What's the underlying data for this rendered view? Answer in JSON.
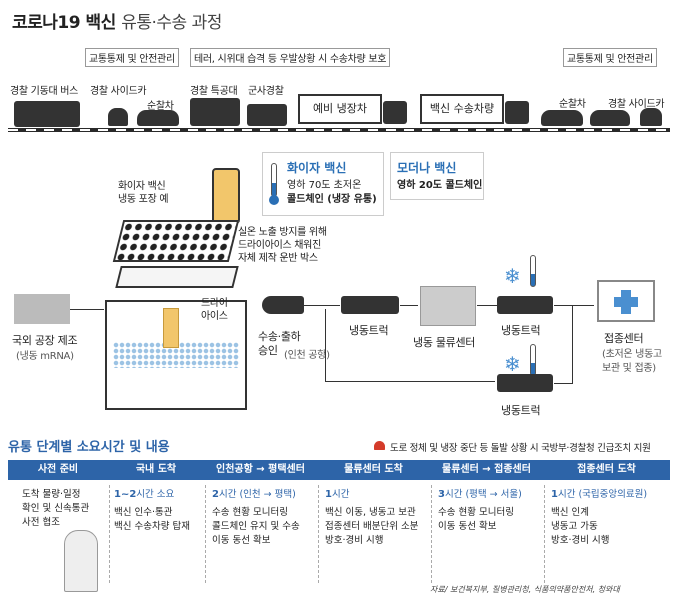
{
  "title": {
    "bold": "코로나19 백신",
    "light": "유통·수송 과정"
  },
  "top_escort": {
    "control_left": "교통통제 및 안전관리",
    "control_middle": "테러, 시위대 습격 등 우발상황 시 수송차량 보호",
    "control_right": "교통통제 및 안전관리",
    "labels": [
      "경찰 기동대 버스",
      "경찰 사이드카",
      "순찰차",
      "경찰 특공대",
      "군사경찰",
      "순찰차",
      "경찰 사이드카"
    ],
    "truck1": "예비 냉장차",
    "truck2": "백신 수송차량"
  },
  "cards": {
    "pfizer": {
      "title": "화이자 백신",
      "line1": "영하 70도 초저온",
      "line2": "콜드체인 (냉장 유통)"
    },
    "moderna": {
      "title": "모더나 백신",
      "line1": "영하 20도 콜드체인"
    }
  },
  "packaging": {
    "caption": "화이자 백신\n냉동 포장 예",
    "box_desc": "실온 노출 방지를 위해\n드라이아이스 채워진\n자체 제작 운반 박스",
    "dry_ice": "드라이\n아이스"
  },
  "flow": {
    "factory": "국외 공장 제조",
    "factory_sub": "(냉동 mRNA)",
    "airport": "수송·출하\n승인",
    "airport_sub": "(인천 공항)",
    "truck_a": "냉동트럭",
    "warehouse": "냉동 물류센터",
    "truck_b": "냉동트럭",
    "truck_c": "냉동트럭",
    "center": "접종센터",
    "center_sub": "(초저온 냉동고\n보관 및 접종)"
  },
  "section": {
    "heading": "유통 단계별 소요시간 및 내용",
    "note": "도로 정체 및 냉장 중단 등 돌발 상황 시 국방부·경찰청 긴급조치 지원"
  },
  "stages": [
    {
      "header": "사전 준비",
      "time": "",
      "time_sub": "",
      "body": "도착 물량·일정\n확인 및 신속통관\n사전 협조"
    },
    {
      "header": "국내 도착",
      "time": "1~2",
      "time_sub": "시간 소요",
      "body": "백신 인수·통관\n백신 수송차량 탑재"
    },
    {
      "header": "인천공항 → 평택센터",
      "time": "2",
      "time_sub": "시간 (인천 → 평택)",
      "body": "수송 현황 모니터링\n콜드체인 유지 및 수송\n이동 동선 확보"
    },
    {
      "header": "물류센터 도착",
      "time": "1",
      "time_sub": "시간",
      "body": "백신 이동, 냉동고 보관\n접종센터 배분단위 소분\n방호·경비 시행"
    },
    {
      "header": "물류센터 → 접종센터",
      "time": "3",
      "time_sub": "시간 (평택 → 서울)",
      "body": "수송 현황 모니터링\n이동 동선 확보"
    },
    {
      "header": "접종센터 도착",
      "time": "1",
      "time_sub": "시간 (국립중앙의료원)",
      "body": "백신 인계\n냉동고 가동\n방호·경비 시행"
    }
  ],
  "source": "자료/ 보건복지부, 질병관리청, 식품의약품안전처, 청와대",
  "colors": {
    "accent": "#2d64a8",
    "card_title": "#2a6fb5",
    "vial": "#f2c66b"
  }
}
